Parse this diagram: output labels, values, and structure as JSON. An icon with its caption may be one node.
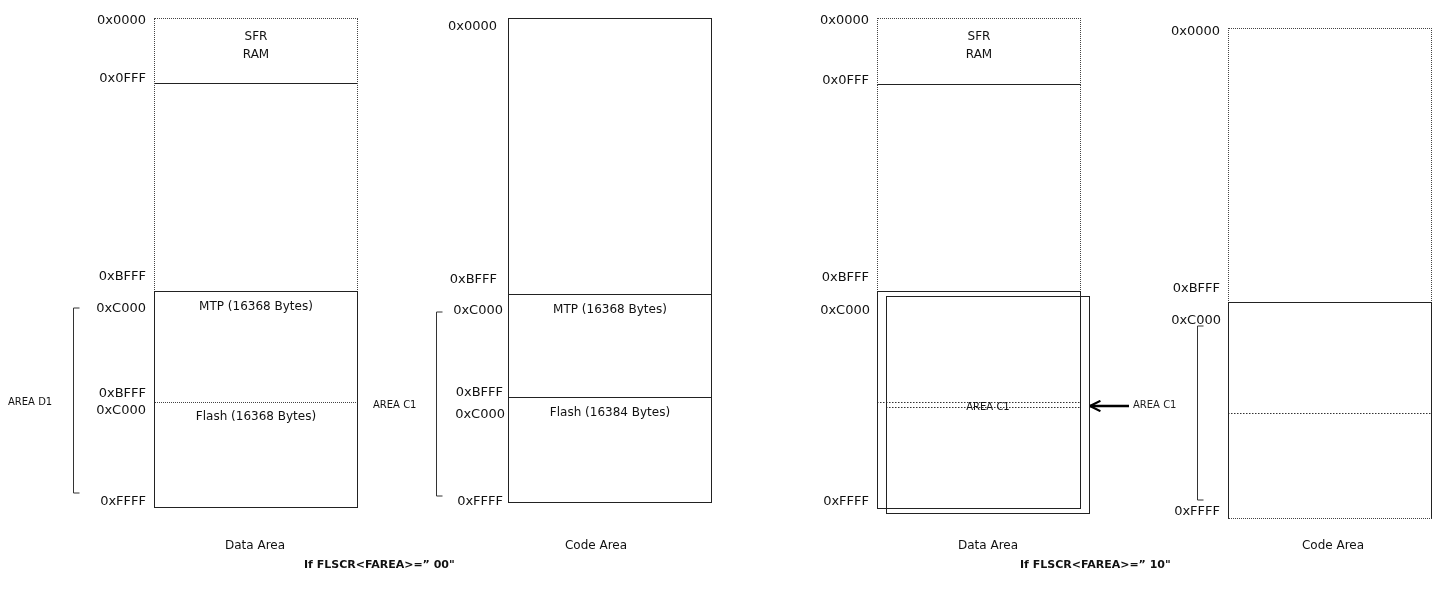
{
  "diagram": {
    "nodes": [
      {
        "text": [
          "SFR RAM"
        ]
      },
      {
        "text": [],
        "shape": "box"
      },
      {
        "text": [
          "MTP (16368 Bytes)"
        ]
      },
      {
        "text": [
          "Flash (16368 Bytes)"
        ]
      },
      {
        "text": [],
        "shape": "box"
      },
      {
        "text": [
          "MTP (16368 Bytes)"
        ]
      },
      {
        "text": [
          "Flash (16384 Bytes)"
        ]
      },
      {
        "text": [
          "SFR RAM"
        ]
      },
      {
        "text": [],
        "shape": "box"
      },
      {
        "text": [],
        "shape": "box"
      },
      {
        "text": [
          "AREA C1"
        ]
      },
      {
        "text": [
          "AREA C1"
        ]
      },
      {
        "text": [],
        "shape": "box"
      },
      {
        "text": [],
        "shape": "box"
      }
    ],
    "edges": [
      {
        "from": 11,
        "to": 10,
        "arrow": "to"
      }
    ],
    "labels": [
      "0x0000",
      "0x0FFF",
      "0xBFFF",
      "0xC000",
      "0xBFFF",
      "0xC000",
      "0xFFFF",
      "AREA D1",
      "Data Area",
      "0x0000",
      "0xBFFF",
      "0xC000",
      "0xBFFF",
      "0xC000",
      "0xFFFF",
      "AREA C1",
      "Code Area",
      "If FLSCR<FAREA>=” 00\"",
      "0x0000",
      "0x0FFF",
      "0xBFFF",
      "0xC000",
      "0xFFFF",
      "Data Area",
      "0x0000",
      "0xBFFF",
      "0xC000",
      "0xFFFF",
      "Code Area",
      "If FLSCR<FAREA>=” 10\""
    ]
  }
}
